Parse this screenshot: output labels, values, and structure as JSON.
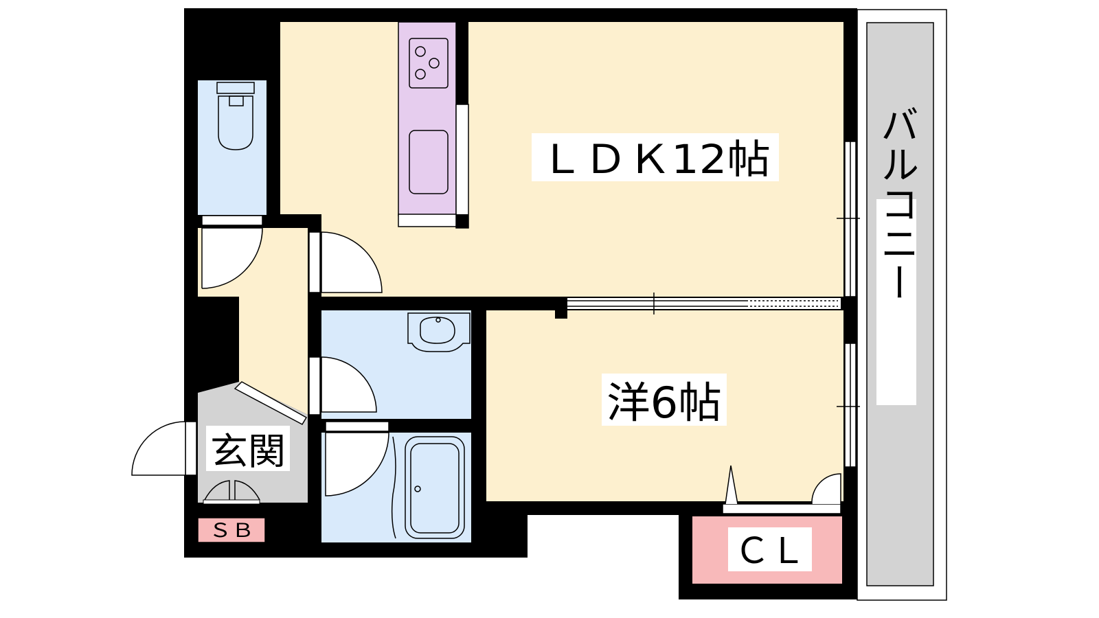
{
  "floor_plan": {
    "rooms": {
      "ldk": "ＬＤＫ12帖",
      "western": "洋6帖",
      "entrance": "玄関",
      "shoe_box": "ＳＢ",
      "closet": "ＣＬ",
      "balcony": "バルコニー"
    },
    "colors": {
      "wall": "#000000",
      "living_floor": "#fdf0cf",
      "wet_area": "#d9eafb",
      "entrance_floor": "#d3d3d3",
      "kitchen": "#e6cdee",
      "closet": "#f8b9ba",
      "shoe_box": "#f8b9ba",
      "balcony": "#d3d3d3"
    }
  }
}
